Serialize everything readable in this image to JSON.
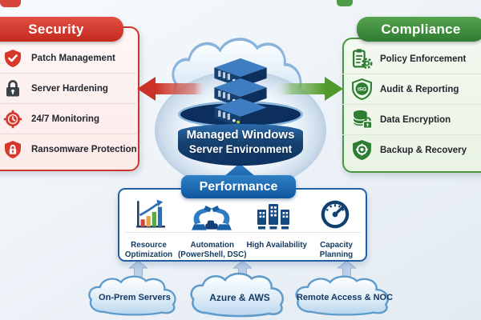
{
  "center": {
    "title_line1": "Managed Windows",
    "title_line2": "Server Environment"
  },
  "security": {
    "title": "Security",
    "accent_color": "#cc3529",
    "items": [
      {
        "icon": "shield-check-icon",
        "label": "Patch Management"
      },
      {
        "icon": "padlock-icon",
        "label": "Server Hardening"
      },
      {
        "icon": "monitoring-crosshair-icon",
        "label": "24/7 Monitoring"
      },
      {
        "icon": "shield-lock-icon",
        "label": "Ransomware Protection"
      }
    ]
  },
  "compliance": {
    "title": "Compliance",
    "accent_color": "#3c8c3f",
    "items": [
      {
        "icon": "clipboard-gear-icon",
        "label": "Policy Enforcement"
      },
      {
        "icon": "iso-badge-icon",
        "label": "Audit & Reporting",
        "badge_text": "ISO"
      },
      {
        "icon": "database-lock-icon",
        "label": "Data Encryption"
      },
      {
        "icon": "shield-recovery-icon",
        "label": "Backup & Recovery"
      }
    ]
  },
  "performance": {
    "title": "Performance",
    "accent_color": "#1c66ad",
    "items": [
      {
        "icon": "growth-bar-chart-icon",
        "line1": "Resource",
        "line2": "Optimization"
      },
      {
        "icon": "robotic-arms-icon",
        "line1": "Automation",
        "line2": "(PowerShell, DSC)"
      },
      {
        "icon": "buildings-icon",
        "line1": "High Availability",
        "line2": ""
      },
      {
        "icon": "gauge-icon",
        "line1": "Capacity",
        "line2": "Planning"
      }
    ]
  },
  "clouds": [
    {
      "icon": "cloud-icon",
      "label": "On-Prem Servers"
    },
    {
      "icon": "cloud-icon",
      "label": "Azure & AWS"
    },
    {
      "icon": "cloud-icon",
      "label": "Remote Access & NOC"
    }
  ],
  "arrows": {
    "left_color": "#cb3227",
    "right_color": "#569f31",
    "up_color": "#1c66ad"
  }
}
